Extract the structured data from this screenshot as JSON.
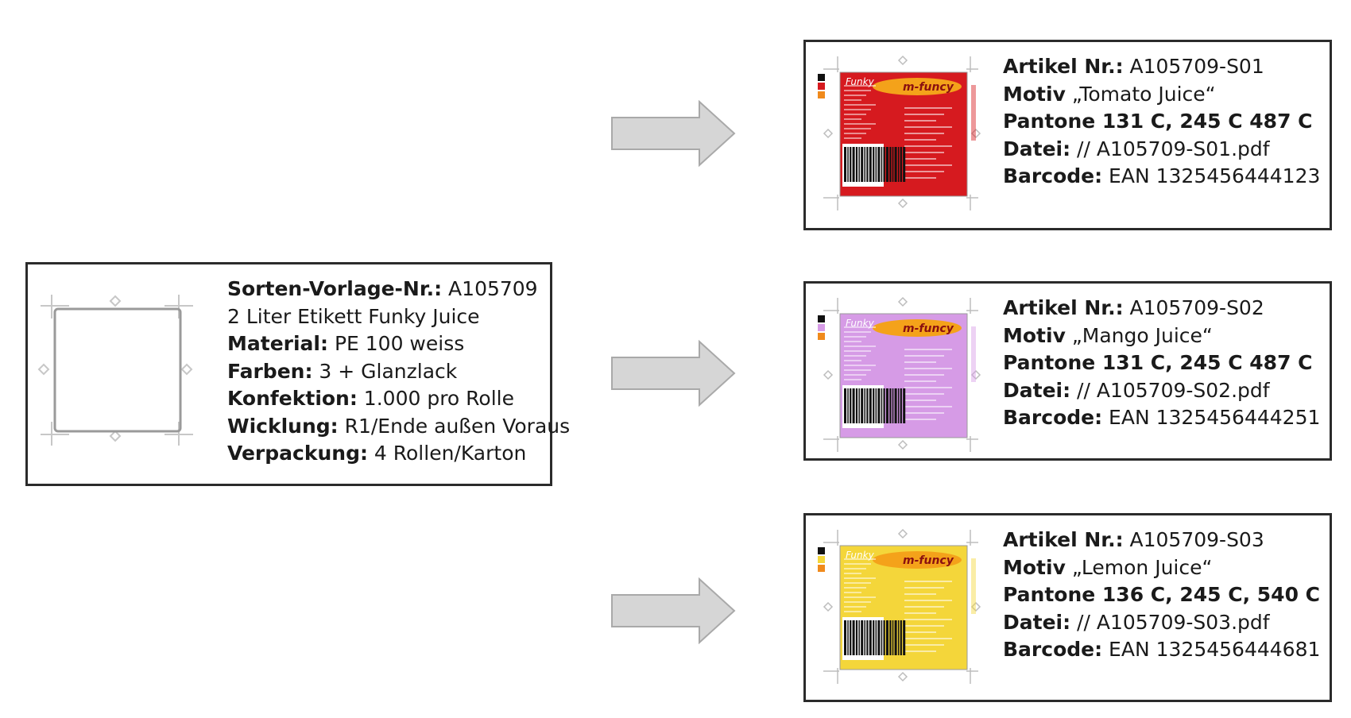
{
  "template": {
    "lines": [
      {
        "label": "Sorten-Vorlage-Nr.:",
        "value": " A105709"
      },
      {
        "label": "",
        "value": "2 Liter Etikett Funky Juice"
      },
      {
        "label": "Material:",
        "value": " PE 100 weiss"
      },
      {
        "label": "Farben:",
        "value": " 3 + Glanzlack"
      },
      {
        "label": "Konfektion:",
        "value": " 1.000 pro Rolle"
      },
      {
        "label": "Wicklung:",
        "value": " R1/Ende außen Voraus"
      },
      {
        "label": "Verpackung:",
        "value": " 4 Rollen/Karton"
      }
    ]
  },
  "variants": [
    {
      "color": "#d61a1f",
      "lines": [
        {
          "label": "Artikel Nr.:",
          "value": " A105709-S01"
        },
        {
          "label": "Motiv",
          "value": " „Tomato Juice“"
        },
        {
          "label": "Pantone 131 C, 245 C 487 C",
          "value": ""
        },
        {
          "label": "Datei:",
          "value": " // A105709-S01.pdf"
        },
        {
          "label": "Barcode:",
          "value": " EAN 1325456444123"
        }
      ]
    },
    {
      "color": "#d69be6",
      "lines": [
        {
          "label": "Artikel Nr.:",
          "value": " A105709-S02"
        },
        {
          "label": "Motiv",
          "value": " „Mango Juice“"
        },
        {
          "label": "Pantone 131 C, 245 C 487 C",
          "value": ""
        },
        {
          "label": "Datei:",
          "value": " // A105709-S02.pdf"
        },
        {
          "label": "Barcode:",
          "value": " EAN 1325456444251"
        }
      ]
    },
    {
      "color": "#f4d63a",
      "lines": [
        {
          "label": "Artikel Nr.:",
          "value": " A105709-S03"
        },
        {
          "label": "Motiv",
          "value": " „Lemon Juice“"
        },
        {
          "label": "Pantone 136 C, 245 C, 540 C",
          "value": ""
        },
        {
          "label": "Datei:",
          "value": " // A105709-S03.pdf"
        },
        {
          "label": "Barcode:",
          "value": " EAN 1325456444681"
        }
      ]
    }
  ],
  "label_art": {
    "brand": "Funky",
    "product": "m-funcy",
    "arrow_fill": "#d6d6d6",
    "arrow_stroke": "#a9a9a9"
  }
}
